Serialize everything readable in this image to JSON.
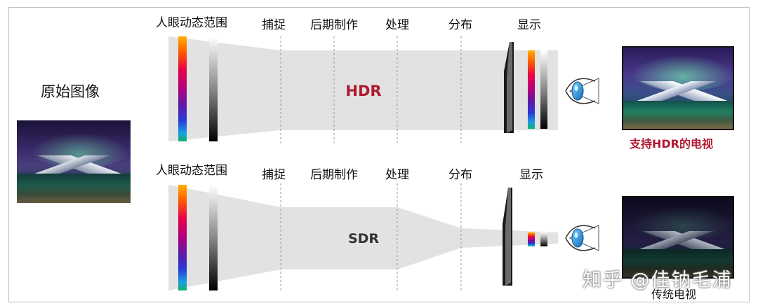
{
  "source_label": "原始图像",
  "hdr": {
    "eye_range_label": "人眼动态范围",
    "stages": [
      "捕捉",
      "后期制作",
      "处理",
      "分布",
      "显示"
    ],
    "center_label": "HDR",
    "tv_caption": "支持HDR的电视"
  },
  "sdr": {
    "eye_range_label": "人眼动态范围",
    "stages": [
      "捕捉",
      "后期制作",
      "处理",
      "分布",
      "显示"
    ],
    "center_label": "SDR",
    "tv_caption": "传统电视"
  },
  "watermark": "知乎 @佳钠毛浦",
  "colors": {
    "hdr_accent": "#b0182f",
    "sdr_label": "#333333",
    "band_fill": "#e2e2e2",
    "eye": "#1b8fd6"
  },
  "icons": [
    "eye-icon",
    "tv-display-icon"
  ]
}
